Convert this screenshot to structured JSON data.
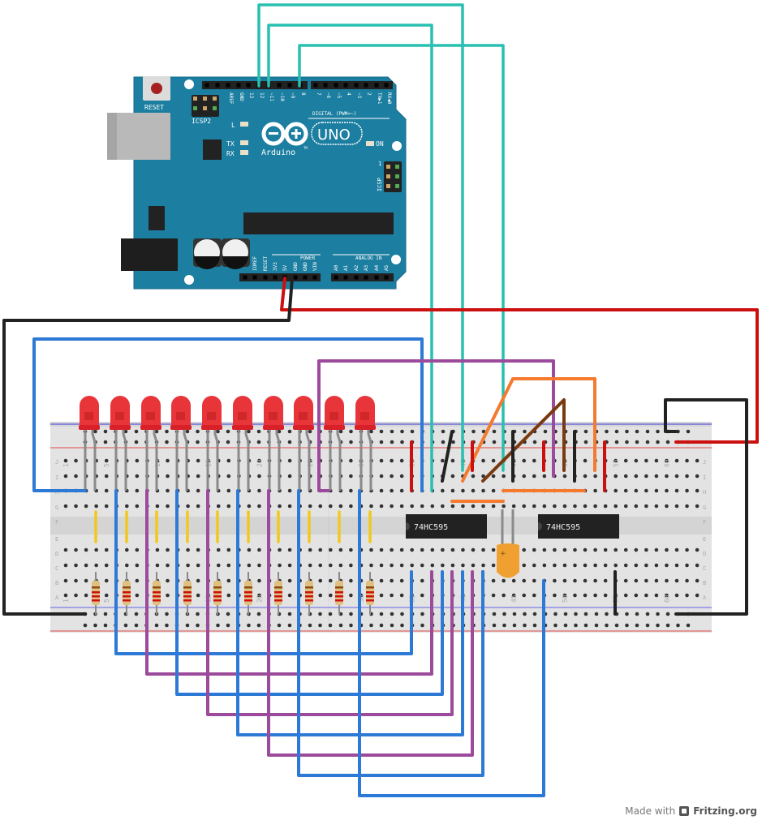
{
  "arduino": {
    "board_name": "UNO",
    "brand": "Arduino",
    "trademark": "TM",
    "reset_label": "RESET",
    "icsp2_label": "ICSP2",
    "icsp_label": "ICSP",
    "icsp_pin1": "1",
    "led_l_label": "L",
    "tx_label": "TX",
    "rx_label": "RX",
    "on_label": "ON",
    "digital_label": "DIGITAL (PWM=~)",
    "power_label": "POWER",
    "analog_label": "ANALOG IN",
    "digital_pins": [
      "AREF",
      "GND",
      "13",
      "12",
      "~11",
      "~10",
      "~9",
      "8",
      "7",
      "~6",
      "~5",
      "4",
      "~3",
      "2",
      "TX▶1",
      "RX◀0"
    ],
    "power_pins": [
      "IOREF",
      "RESET",
      "3V3",
      "5V",
      "GND",
      "GND",
      "VIN"
    ],
    "analog_pins": [
      "A0",
      "A1",
      "A2",
      "A3",
      "A4",
      "A5"
    ]
  },
  "breadboard": {
    "column_numbers": [
      "1",
      "5",
      "10",
      "15",
      "20",
      "25",
      "30",
      "35",
      "40",
      "45",
      "50",
      "55",
      "60"
    ],
    "row_letters_top": [
      "J",
      "I",
      "H",
      "G",
      "F"
    ],
    "row_letters_bottom": [
      "E",
      "D",
      "C",
      "B",
      "A"
    ]
  },
  "components": {
    "led_count": 10,
    "led_color": "#e8353a",
    "resistor_count": 10,
    "ic_labels": [
      "74HC595",
      "74HC595"
    ],
    "capacitor_color": "#f0a030"
  },
  "wire_colors": {
    "cyan": "#28c0b0",
    "blue": "#2d7ad6",
    "purple": "#9c4a9c",
    "red": "#cc1010",
    "black": "#222222",
    "orange": "#f47a30",
    "brown": "#7a3a10",
    "yellow": "#f2c81e"
  },
  "footer": {
    "made_with": "Made with",
    "brand": "Fritzing.org"
  }
}
